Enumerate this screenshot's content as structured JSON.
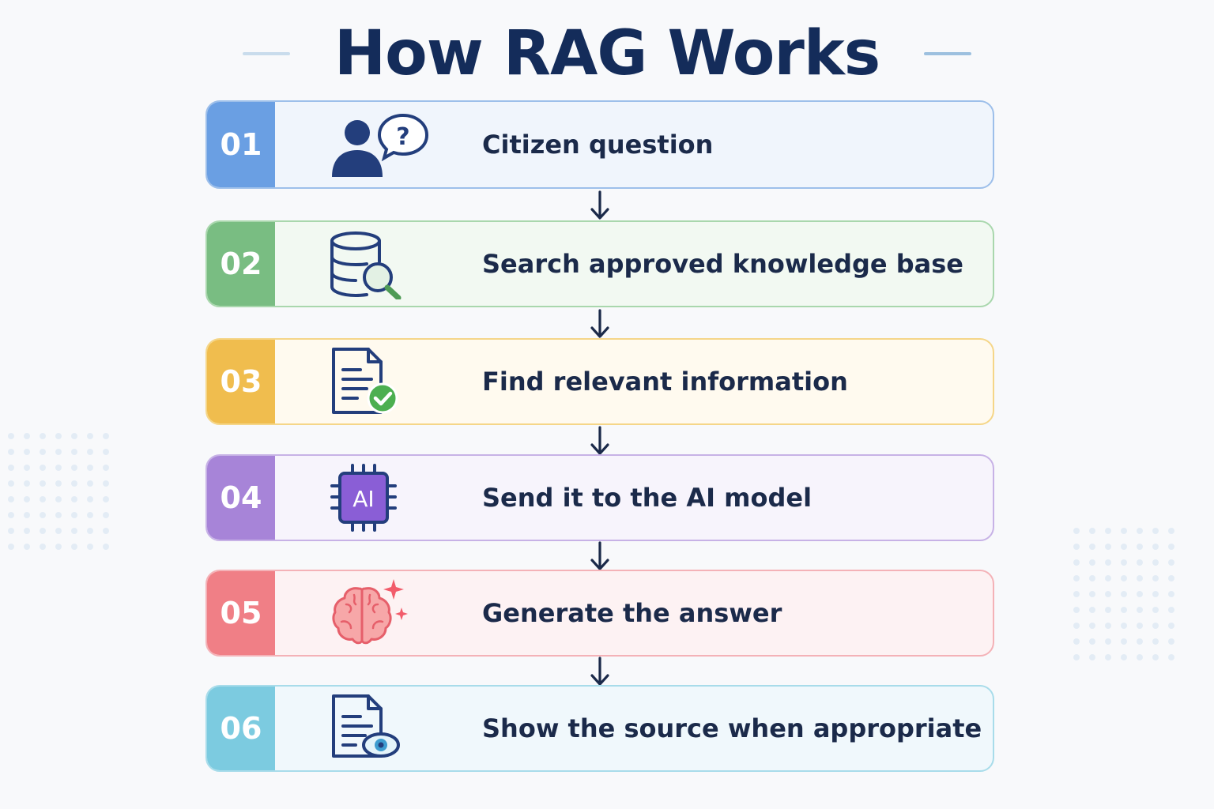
{
  "title": "How RAG Works",
  "colors": {
    "title": "#142c5a",
    "label": "#1b2a4a",
    "arrow": "#1b2a4a"
  },
  "steps": [
    {
      "number": "01",
      "label": "Citizen question",
      "icon": "citizen-question-icon",
      "accent": "#6a9fe3",
      "bg": "#f0f5fc",
      "border": "#9dbfea"
    },
    {
      "number": "02",
      "label": "Search approved knowledge base",
      "icon": "database-search-icon",
      "accent": "#79bd82",
      "bg": "#f2f9f2",
      "border": "#a9d7ad"
    },
    {
      "number": "03",
      "label": "Find relevant information",
      "icon": "document-check-icon",
      "accent": "#f0bd4e",
      "bg": "#fffaef",
      "border": "#f5d688"
    },
    {
      "number": "04",
      "label": "Send it to the AI model",
      "icon": "ai-chip-icon",
      "accent": "#a784d8",
      "bg": "#f7f4fc",
      "border": "#c7b2e6"
    },
    {
      "number": "05",
      "label": "Generate the answer",
      "icon": "brain-sparkle-icon",
      "accent": "#f07f86",
      "bg": "#fdf2f3",
      "border": "#f4b2b7"
    },
    {
      "number": "06",
      "label": "Show the source when appropriate",
      "icon": "document-eye-icon",
      "accent": "#7ccbe0",
      "bg": "#f0f8fc",
      "border": "#a8dcea"
    }
  ],
  "ai_chip_text": "AI"
}
